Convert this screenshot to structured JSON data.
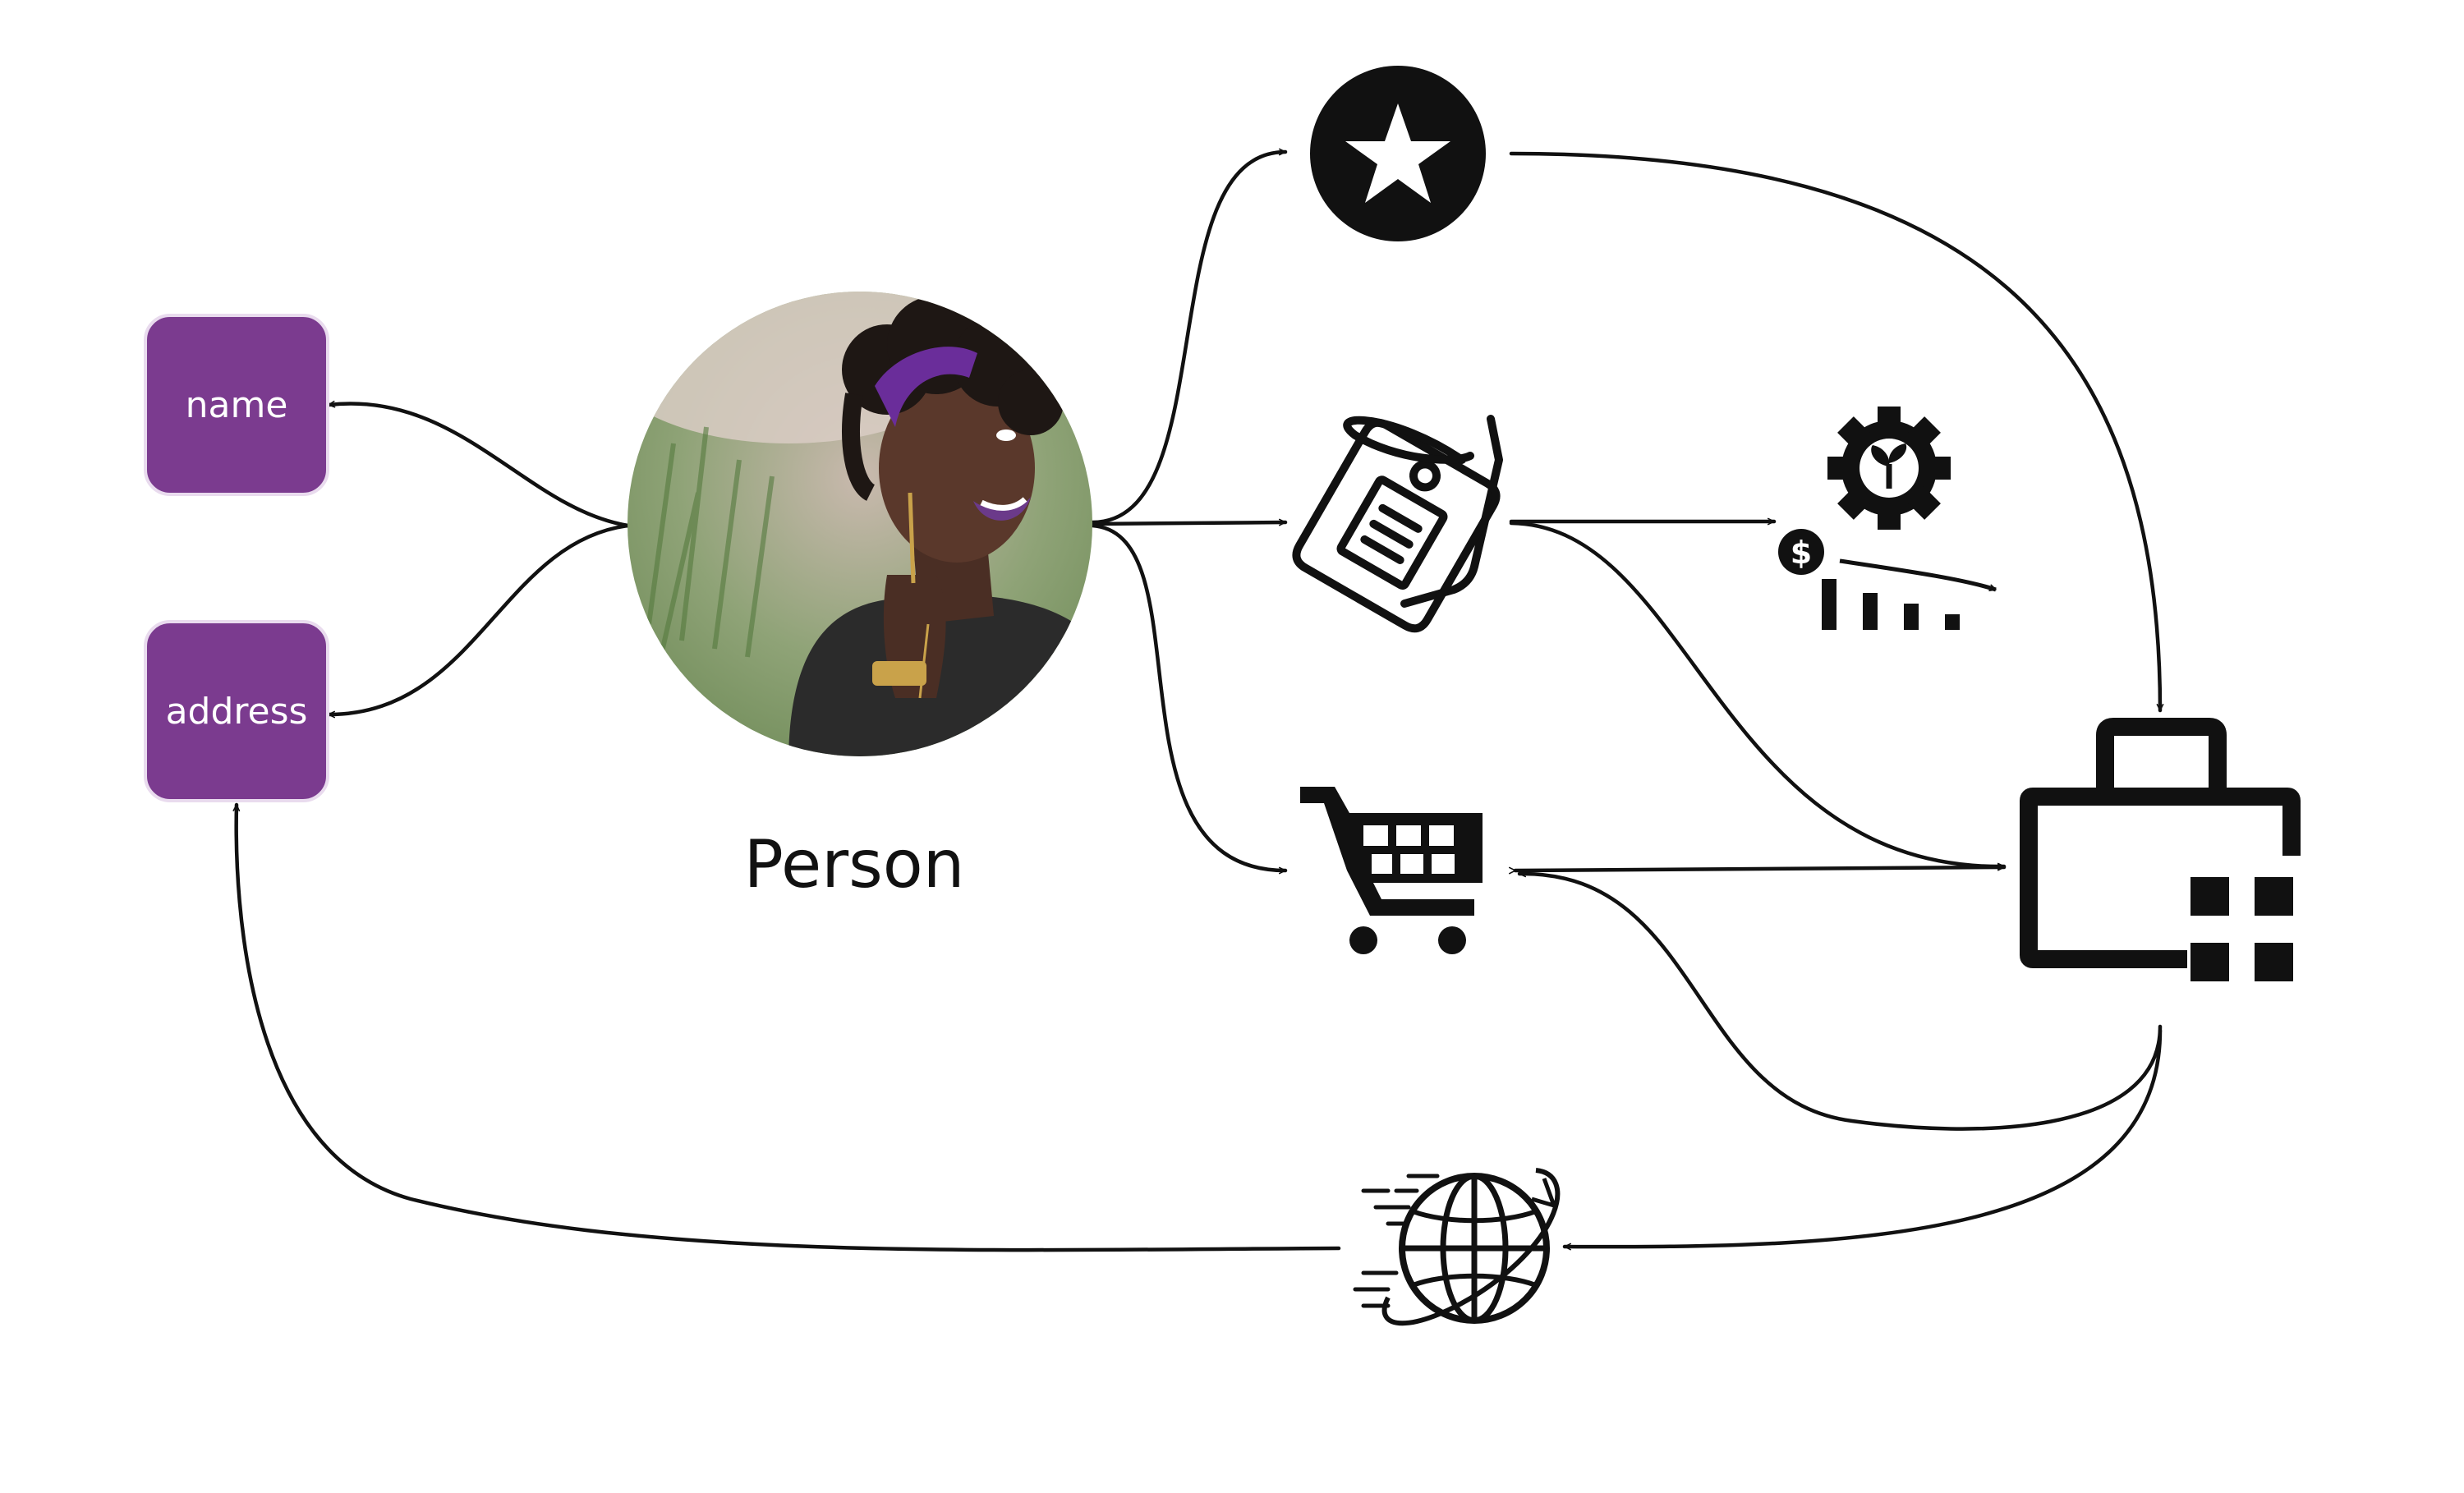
{
  "colors": {
    "attribute_box": "#7b3b8f",
    "line": "#111111",
    "background": "#ffffff"
  },
  "nodes": {
    "person": {
      "label": "Person",
      "icon": "person-photo"
    },
    "name": {
      "label": "name"
    },
    "address": {
      "label": "address"
    },
    "star": {
      "icon": "star-icon"
    },
    "tag": {
      "icon": "price-tag-icon"
    },
    "cart": {
      "icon": "shopping-cart-icon"
    },
    "finance": {
      "icon": "gear-sprout-finance-icon"
    },
    "business": {
      "icon": "briefcase-grid-icon"
    },
    "globe": {
      "icon": "globe-icon"
    }
  }
}
